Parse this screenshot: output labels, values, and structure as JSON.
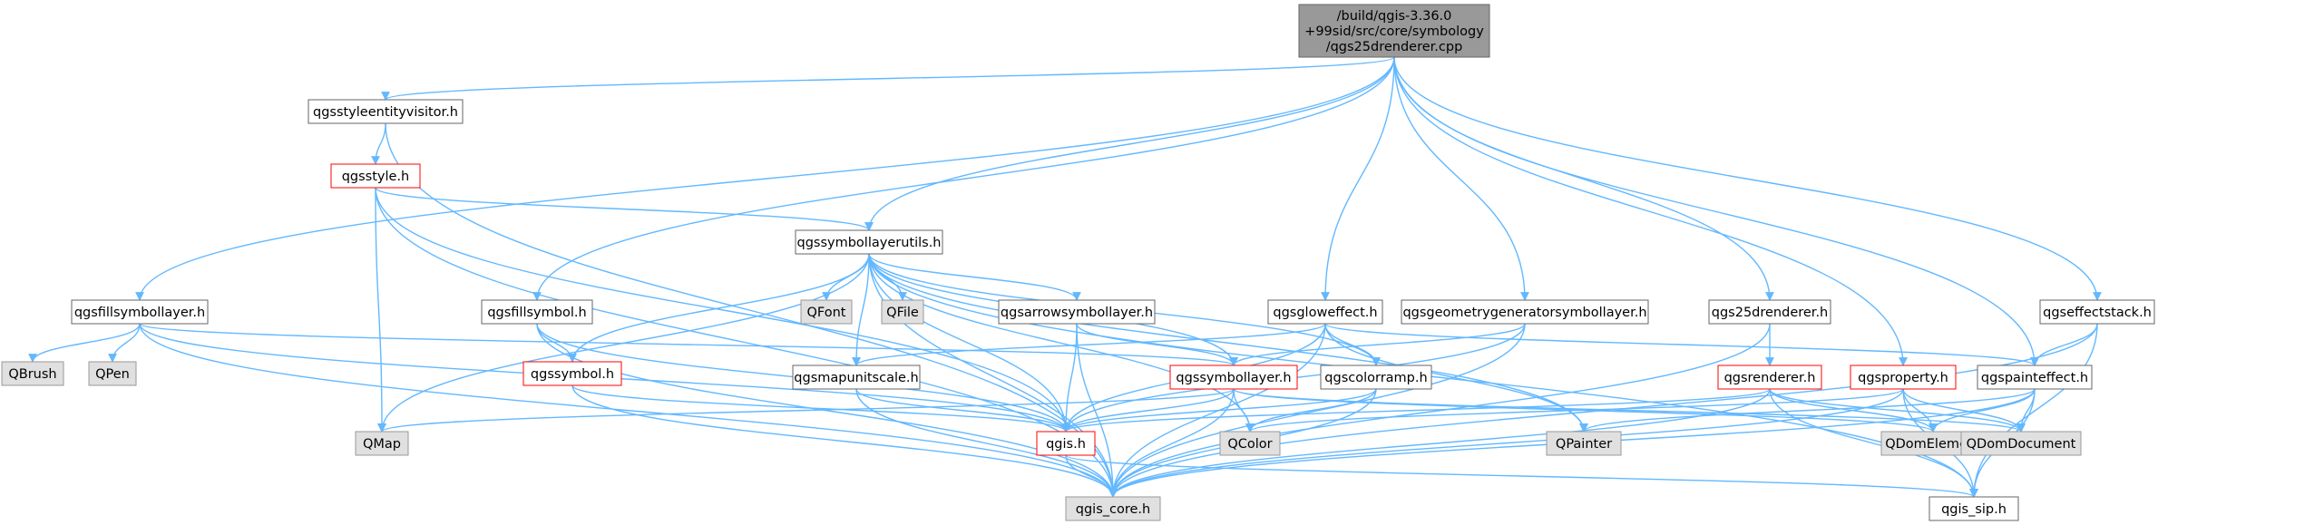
{
  "colors": {
    "edge": "#63b8ff",
    "root_fill": "#999999",
    "root_stroke": "#666666",
    "normal_fill": "#ffffff",
    "normal_stroke": "#666666",
    "highlight_fill": "#ffffff",
    "highlight_stroke": "#ff0000",
    "external_fill": "#e0e0e0",
    "external_stroke": "#999999"
  },
  "nodes": [
    {
      "id": "root",
      "style": "root",
      "lines": [
        "/build/qgis-3.36.0",
        "+99sid/src/core/symbology",
        "/qgs25drenderer.cpp"
      ]
    },
    {
      "id": "qgsstyleentityvisitor",
      "style": "normal",
      "lines": [
        "qgsstyleentityvisitor.h"
      ]
    },
    {
      "id": "qgsstyle",
      "style": "highlight",
      "lines": [
        "qgsstyle.h"
      ]
    },
    {
      "id": "qgssymbollayerutils",
      "style": "normal",
      "lines": [
        "qgssymbollayerutils.h"
      ]
    },
    {
      "id": "qgsfillsymbollayer",
      "style": "normal",
      "lines": [
        "qgsfillsymbollayer.h"
      ]
    },
    {
      "id": "qbrush",
      "style": "external",
      "lines": [
        "QBrush"
      ]
    },
    {
      "id": "qpen",
      "style": "external",
      "lines": [
        "QPen"
      ]
    },
    {
      "id": "qfont",
      "style": "external",
      "lines": [
        "QFont"
      ]
    },
    {
      "id": "qfile",
      "style": "external",
      "lines": [
        "QFile"
      ]
    },
    {
      "id": "qgsfillsymbol",
      "style": "normal",
      "lines": [
        "qgsfillsymbol.h"
      ]
    },
    {
      "id": "qgsarrowsymbollayer",
      "style": "normal",
      "lines": [
        "qgsarrowsymbollayer.h"
      ]
    },
    {
      "id": "qgsgloweffect",
      "style": "normal",
      "lines": [
        "qgsgloweffect.h"
      ]
    },
    {
      "id": "qgsgeometrygeneratorsymbollayer",
      "style": "normal",
      "lines": [
        "qgsgeometrygeneratorsymbollayer.h"
      ]
    },
    {
      "id": "qgs25drenderer",
      "style": "normal",
      "lines": [
        "qgs25drenderer.h"
      ]
    },
    {
      "id": "qgseffectstack",
      "style": "normal",
      "lines": [
        "qgseffectstack.h"
      ]
    },
    {
      "id": "qgssymbol",
      "style": "highlight",
      "lines": [
        "qgssymbol.h"
      ]
    },
    {
      "id": "qgsmapunitscale",
      "style": "normal",
      "lines": [
        "qgsmapunitscale.h"
      ]
    },
    {
      "id": "qgssymbollayer",
      "style": "highlight",
      "lines": [
        "qgssymbollayer.h"
      ]
    },
    {
      "id": "qgscolorramp",
      "style": "normal",
      "lines": [
        "qgscolorramp.h"
      ]
    },
    {
      "id": "qgsrenderer",
      "style": "highlight",
      "lines": [
        "qgsrenderer.h"
      ]
    },
    {
      "id": "qgsproperty",
      "style": "highlight",
      "lines": [
        "qgsproperty.h"
      ]
    },
    {
      "id": "qgspainteffect",
      "style": "normal",
      "lines": [
        "qgspainteffect.h"
      ]
    },
    {
      "id": "qmap",
      "style": "external",
      "lines": [
        "QMap"
      ]
    },
    {
      "id": "qgis",
      "style": "highlight",
      "lines": [
        "qgis.h"
      ]
    },
    {
      "id": "qcolor",
      "style": "external",
      "lines": [
        "QColor"
      ]
    },
    {
      "id": "qpainter",
      "style": "external",
      "lines": [
        "QPainter"
      ]
    },
    {
      "id": "qdomelement",
      "style": "external",
      "lines": [
        "QDomElement"
      ]
    },
    {
      "id": "qdomdocument",
      "style": "external",
      "lines": [
        "QDomDocument"
      ]
    },
    {
      "id": "qgis_core",
      "style": "external",
      "lines": [
        "qgis_core.h"
      ]
    },
    {
      "id": "qgis_sip",
      "style": "normal",
      "lines": [
        "qgis_sip.h"
      ]
    }
  ],
  "edges": [
    [
      "root",
      "qgsstyleentityvisitor"
    ],
    [
      "root",
      "qgssymbollayerutils"
    ],
    [
      "root",
      "qgsfillsymbollayer"
    ],
    [
      "root",
      "qgsfillsymbol"
    ],
    [
      "root",
      "qgsgloweffect"
    ],
    [
      "root",
      "qgsgeometrygeneratorsymbollayer"
    ],
    [
      "root",
      "qgs25drenderer"
    ],
    [
      "root",
      "qgsproperty"
    ],
    [
      "root",
      "qgseffectstack"
    ],
    [
      "root",
      "qgspainteffect"
    ],
    [
      "qgsstyleentityvisitor",
      "qgsstyle"
    ],
    [
      "qgsstyleentityvisitor",
      "qgis_core"
    ],
    [
      "qgsstyle",
      "qgssymbollayerutils"
    ],
    [
      "qgsstyle",
      "qmap"
    ],
    [
      "qgsstyle",
      "qgis_core"
    ],
    [
      "qgsstyle",
      "qgis"
    ],
    [
      "qgssymbollayerutils",
      "qfont"
    ],
    [
      "qgssymbollayerutils",
      "qfile"
    ],
    [
      "qgssymbollayerutils",
      "qgsarrowsymbollayer"
    ],
    [
      "qgssymbollayerutils",
      "qgssymbol"
    ],
    [
      "qgssymbollayerutils",
      "qgsmapunitscale"
    ],
    [
      "qgssymbollayerutils",
      "qgssymbollayer"
    ],
    [
      "qgssymbollayerutils",
      "qgscolorramp"
    ],
    [
      "qgssymbollayerutils",
      "qmap"
    ],
    [
      "qgssymbollayerutils",
      "qcolor"
    ],
    [
      "qgssymbollayerutils",
      "qpainter"
    ],
    [
      "qgssymbollayerutils",
      "qgis"
    ],
    [
      "qgssymbollayerutils",
      "qgis_core"
    ],
    [
      "qgssymbollayerutils",
      "qgis_sip"
    ],
    [
      "qgsfillsymbollayer",
      "qbrush"
    ],
    [
      "qgsfillsymbollayer",
      "qpen"
    ],
    [
      "qgsfillsymbollayer",
      "qgssymbollayer"
    ],
    [
      "qgsfillsymbollayer",
      "qgis"
    ],
    [
      "qgsfillsymbollayer",
      "qgis_core"
    ],
    [
      "qgsfillsymbol",
      "qgssymbol"
    ],
    [
      "qgsfillsymbol",
      "qgis"
    ],
    [
      "qgsfillsymbol",
      "qgis_core"
    ],
    [
      "qgsarrowsymbollayer",
      "qgssymbollayer"
    ],
    [
      "qgsarrowsymbollayer",
      "qgis"
    ],
    [
      "qgsarrowsymbollayer",
      "qgis_core"
    ],
    [
      "qgsgloweffect",
      "qgspainteffect"
    ],
    [
      "qgsgloweffect",
      "qgscolorramp"
    ],
    [
      "qgsgloweffect",
      "qgsmapunitscale"
    ],
    [
      "qgsgloweffect",
      "qpainter"
    ],
    [
      "qgsgloweffect",
      "qgis"
    ],
    [
      "qgsgloweffect",
      "qgis_core"
    ],
    [
      "qgsgeometrygeneratorsymbollayer",
      "qgssymbollayer"
    ],
    [
      "qgsgeometrygeneratorsymbollayer",
      "qgis"
    ],
    [
      "qgsgeometrygeneratorsymbollayer",
      "qgis_core"
    ],
    [
      "qgs25drenderer",
      "qgsrenderer"
    ],
    [
      "qgs25drenderer",
      "qgis_core"
    ],
    [
      "qgseffectstack",
      "qgspainteffect"
    ],
    [
      "qgseffectstack",
      "qgis_core"
    ],
    [
      "qgseffectstack",
      "qgis_sip"
    ],
    [
      "qgssymbol",
      "qgis"
    ],
    [
      "qgssymbol",
      "qgis_core"
    ],
    [
      "qgsmapunitscale",
      "qgis"
    ],
    [
      "qgsmapunitscale",
      "qgis_core"
    ],
    [
      "qgssymbollayer",
      "qgis"
    ],
    [
      "qgssymbollayer",
      "qcolor"
    ],
    [
      "qgssymbollayer",
      "qmap"
    ],
    [
      "qgssymbollayer",
      "qdomelement"
    ],
    [
      "qgssymbollayer",
      "qdomdocument"
    ],
    [
      "qgssymbollayer",
      "qgis_core"
    ],
    [
      "qgscolorramp",
      "qcolor"
    ],
    [
      "qgscolorramp",
      "qgis"
    ],
    [
      "qgscolorramp",
      "qgis_core"
    ],
    [
      "qgsrenderer",
      "qgis"
    ],
    [
      "qgsrenderer",
      "qdomelement"
    ],
    [
      "qgsrenderer",
      "qdomdocument"
    ],
    [
      "qgsrenderer",
      "qgis_core"
    ],
    [
      "qgsrenderer",
      "qgis_sip"
    ],
    [
      "qgsproperty",
      "qcolor"
    ],
    [
      "qgsproperty",
      "qdomelement"
    ],
    [
      "qgsproperty",
      "qdomdocument"
    ],
    [
      "qgsproperty",
      "qgis_core"
    ],
    [
      "qgsproperty",
      "qgis_sip"
    ],
    [
      "qgspainteffect",
      "qpainter"
    ],
    [
      "qgspainteffect",
      "qdomelement"
    ],
    [
      "qgspainteffect",
      "qdomdocument"
    ],
    [
      "qgspainteffect",
      "qgis_core"
    ],
    [
      "qgspainteffect",
      "qgis_sip"
    ],
    [
      "qgis",
      "qgis_core"
    ],
    [
      "qgis",
      "qgis_sip"
    ]
  ]
}
